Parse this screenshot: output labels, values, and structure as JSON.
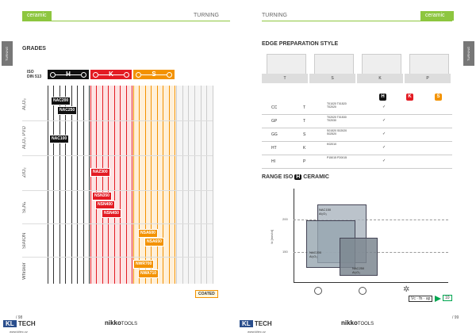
{
  "left": {
    "header_green": "ceramic",
    "header_right": "TURNING",
    "section_title": "GRADES",
    "iso_label": "ISO\nDIN 513",
    "groups": [
      {
        "label": "H",
        "color": "#111111"
      },
      {
        "label": "K",
        "color": "#e31b23"
      },
      {
        "label": "S",
        "color": "#f39200"
      }
    ],
    "rows": [
      "Al₂O₃",
      "Al₂O₃ PVD",
      "ZrO₂",
      "Si₃N₄",
      "SIAION",
      "Whisker"
    ],
    "grades": [
      {
        "name": "NAC200",
        "kind": "h"
      },
      {
        "name": "NAC250",
        "kind": "h"
      },
      {
        "name": "NAC100",
        "kind": "h"
      },
      {
        "name": "NAZ300",
        "kind": "k"
      },
      {
        "name": "NSN350",
        "kind": "k"
      },
      {
        "name": "NSN400",
        "kind": "k"
      },
      {
        "name": "NSN450",
        "kind": "k"
      },
      {
        "name": "NSA600",
        "kind": "s"
      },
      {
        "name": "NSA650",
        "kind": "s"
      },
      {
        "name": "NWR700",
        "kind": "s"
      },
      {
        "name": "NWA710",
        "kind": "s"
      }
    ],
    "coated": "COATED",
    "page_number": "/ 98",
    "url": "www.kltec.cz",
    "brand_kl": "KL",
    "brand_tech": "TECH",
    "nikko": "nikko",
    "nikko_small": "TOOLS"
  },
  "right": {
    "header_left": "TURNING",
    "header_green": "ceramic",
    "section_title": "EDGE PREPARATION STYLE",
    "shapes": [
      "T",
      "S",
      "K",
      "P"
    ],
    "badges": [
      {
        "label": "H",
        "color": "#111111"
      },
      {
        "label": "K",
        "color": "#e31b23"
      },
      {
        "label": "S",
        "color": "#f39200"
      }
    ],
    "prep_rows": [
      {
        "code": "CC",
        "style": "T",
        "sub": "T01020 T01520 T02020"
      },
      {
        "code": "GP",
        "style": "T",
        "sub": "T02020 T01530 T02030"
      },
      {
        "code": "GG",
        "style": "S",
        "sub": "S01520 S02020 S02520"
      },
      {
        "code": "HT",
        "style": "K",
        "sub": "K02010"
      },
      {
        "code": "HI",
        "style": "P",
        "sub": "P15015 P20015"
      }
    ],
    "range_title": "RANGE ISO",
    "range_badge": "H",
    "range_tail": "CERAMIC",
    "yaxis_label": "fz [mm/ot]",
    "y_ticks": [
      "200",
      "150"
    ],
    "boxes": [
      {
        "name": "NAC150",
        "mat": "Al₂O₃"
      },
      {
        "name": "NAC200",
        "mat": "Al₂O₃"
      },
      {
        "name": "NAC250",
        "mat": "Al₂O₃"
      }
    ],
    "footer_formula": "Vc · fn · ap",
    "footer_badge": "10",
    "page_number": "/ 99",
    "url": "www.kltec.cz",
    "brand_kl": "KL",
    "brand_tech": "TECH",
    "nikko": "nikko",
    "nikko_small": "TOOLS"
  }
}
